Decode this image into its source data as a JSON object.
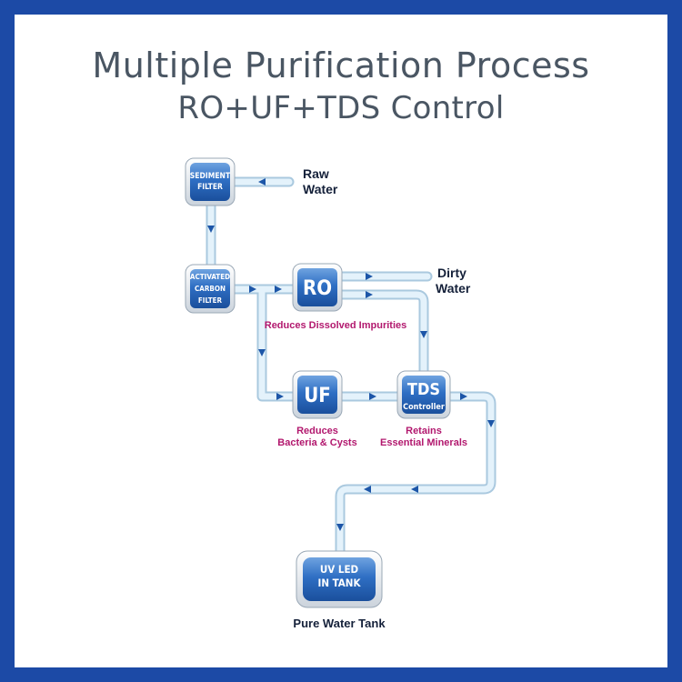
{
  "title": {
    "line1": "Multiple Purification Process",
    "line2": "RO+UF+TDS Control"
  },
  "colors": {
    "frame": "#1c4aa6",
    "title_text": "#4a5663",
    "box_blue": "#2f6fc4",
    "pipe": "#cfe6f4",
    "arrow": "#1d56a8",
    "caption": "#b2186e",
    "label": "#15213a"
  },
  "inputs": {
    "raw_water_line1": "Raw",
    "raw_water_line2": "Water"
  },
  "outputs": {
    "dirty_water_line1": "Dirty",
    "dirty_water_line2": "Water",
    "pure_water_tank": "Pure Water Tank"
  },
  "stages": {
    "sediment": {
      "line1": "SEDIMENT",
      "line2": "FILTER"
    },
    "carbon": {
      "line1": "ACTIVATED",
      "line2": "CARBON",
      "line3": "FILTER"
    },
    "ro": {
      "label": "RO",
      "caption": "Reduces Dissolved Impurities"
    },
    "uf": {
      "label": "UF",
      "caption_line1": "Reduces",
      "caption_line2": "Bacteria & Cysts"
    },
    "tds": {
      "line1": "TDS",
      "line2": "Controller",
      "caption_line1": "Retains",
      "caption_line2": "Essential Minerals"
    },
    "uv": {
      "line1": "UV LED",
      "line2": "IN TANK"
    }
  }
}
